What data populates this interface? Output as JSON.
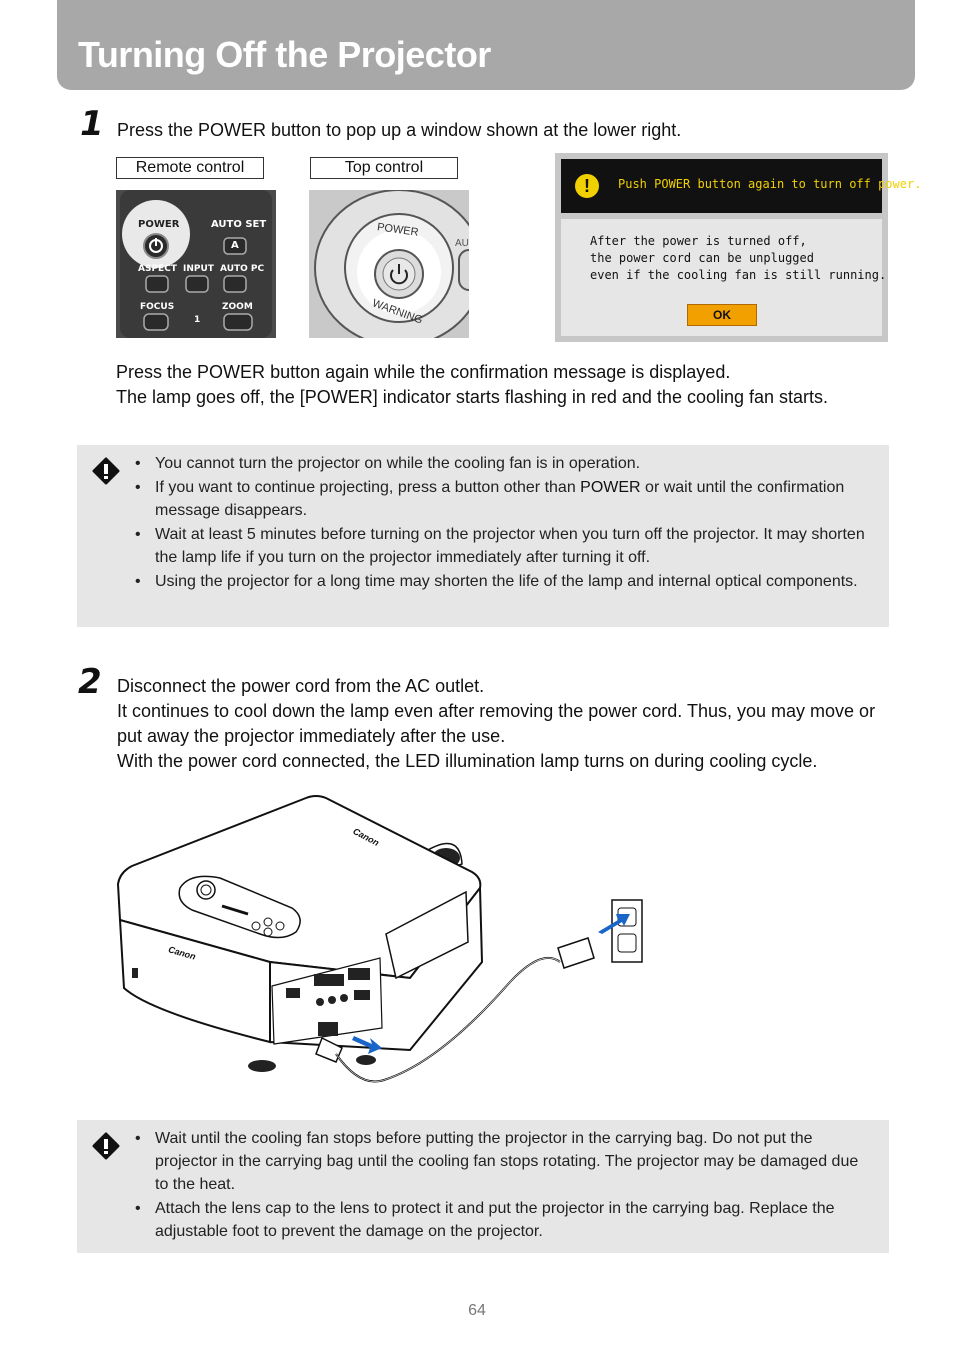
{
  "header": {
    "title": "Turning Off the Projector"
  },
  "step1": {
    "number": "1",
    "instruction": "Press the POWER button to pop up a window shown at the lower right.",
    "remote_label": "Remote control",
    "top_label": "Top control",
    "remote_buttons": {
      "power": "POWER",
      "auto_set": "AUTO SET",
      "a": "A",
      "aspect": "ASPECT",
      "input": "INPUT",
      "auto_pc": "AUTO PC",
      "focus": "FOCUS",
      "zoom": "ZOOM",
      "one": "1"
    },
    "top_panel": {
      "power": "POWER",
      "warning": "WARNING",
      "au": "AU"
    },
    "dialog": {
      "warning_text": "Push POWER button again to turn off power.",
      "line1": "After the power is turned off,",
      "line2": "the power cord can be unplugged",
      "line3": "even if the cooling fan is still running.",
      "ok": "OK"
    },
    "para_pre": "Press the ",
    "para_power": "POWER",
    "para_post": " button again while the confirmation message is displayed.",
    "para2": "The lamp goes off, the [POWER] indicator starts flashing in red and the cooling fan starts."
  },
  "note1": {
    "bullet": "•",
    "item1": "You cannot turn the projector on while the cooling fan is in operation.",
    "item2_pre": "If you want to continue projecting, press a button other than ",
    "item2_power": "POWER",
    "item2_post": " or wait until the confirmation message disappears.",
    "item3": "Wait at least 5 minutes before turning on the projector when you turn off the projector. It may shorten the lamp life if you turn on the projector immediately after turning it off.",
    "item4": "Using the projector for a long time may shorten the life of the lamp and internal optical components."
  },
  "step2": {
    "number": "2",
    "instruction": "Disconnect the power cord from the AC outlet.",
    "para1": "It continues to cool down the lamp even after removing the power cord. Thus, you may move or put away the projector immediately after the use.",
    "para2": "With the power cord connected, the LED illumination lamp turns on during cooling cycle."
  },
  "projector": {
    "brand": "Canon"
  },
  "note2": {
    "bullet": "•",
    "item1": "Wait until the cooling fan stops before putting the projector in the carrying bag. Do not put the projector in the carrying bag until the cooling fan stops rotating. The projector may be damaged due to the heat.",
    "item2": "Attach the lens cap to the lens to protect it and put the projector in the carrying bag. Replace the adjustable foot to prevent the damage on the projector."
  },
  "footer": {
    "page_number": "64"
  },
  "colors": {
    "header_bg": "#a8a8a8",
    "note_bg": "#e6e6e6",
    "dialog_text": "#f0d000",
    "ok_button": "#f2a000",
    "arrow": "#1a66c8"
  },
  "icons": {
    "caution": "caution-icon",
    "power": "power-icon"
  }
}
